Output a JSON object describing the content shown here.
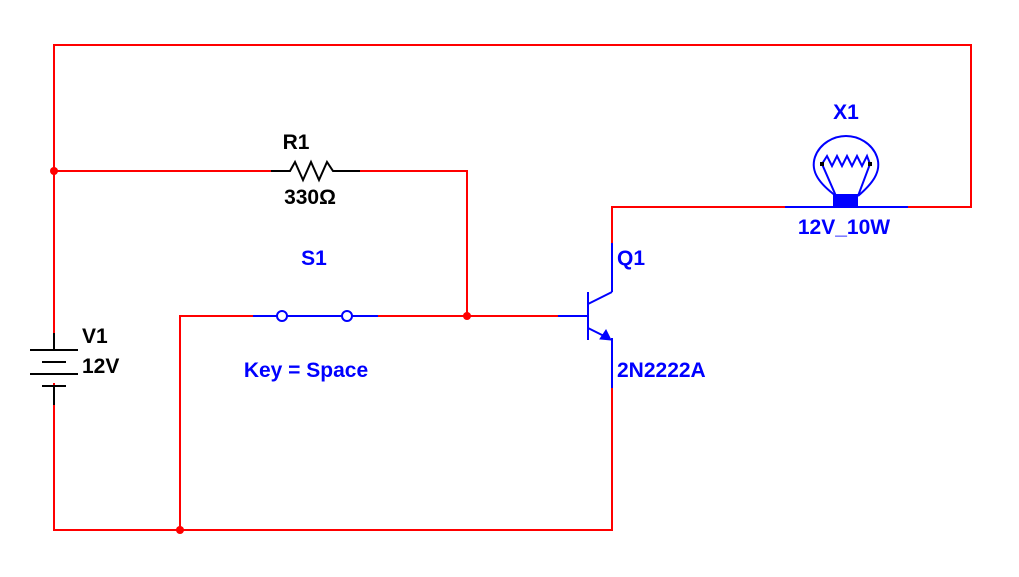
{
  "colors": {
    "wire": "#ff0000",
    "component_blue": "#0000ff",
    "component_black": "#000000",
    "background": "#ffffff"
  },
  "components": {
    "resistor": {
      "ref": "R1",
      "value": "330Ω",
      "icon": "resistor-icon"
    },
    "switch": {
      "ref": "S1",
      "key": "Key = Space",
      "icon": "spst-switch-icon"
    },
    "transistor": {
      "ref": "Q1",
      "model": "2N2222A",
      "icon": "npn-transistor-icon"
    },
    "lamp": {
      "ref": "X1",
      "rating": "12V_10W",
      "icon": "lamp-icon"
    },
    "source": {
      "ref": "V1",
      "value": "12V",
      "icon": "dc-battery-icon"
    }
  }
}
